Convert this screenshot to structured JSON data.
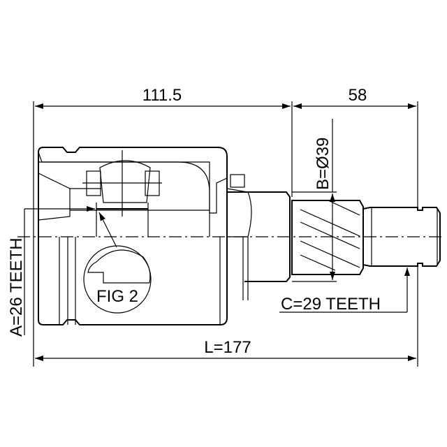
{
  "drawing": {
    "title": "Inner CV joint",
    "dimensions": {
      "housing_length": "111.5",
      "shaft_length": "58",
      "total_length": "L=177",
      "spline_diameter": "B=Ø39",
      "inner_teeth": "A=26 TEETH",
      "outer_teeth": "C=29 TEETH"
    },
    "detail_label": "FIG 2",
    "line_color": "#000000",
    "background": "#ffffff"
  }
}
